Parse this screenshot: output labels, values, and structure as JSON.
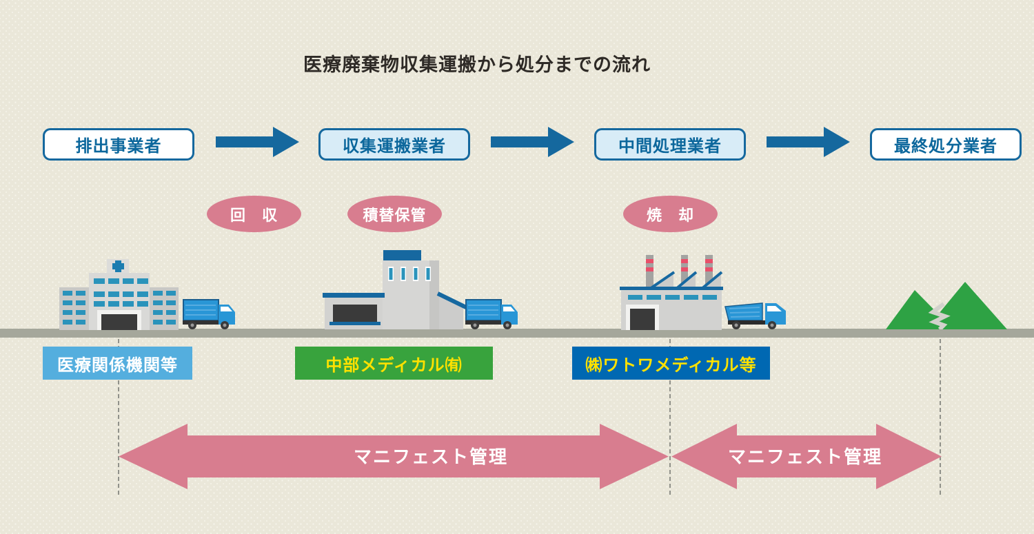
{
  "title": "医療廃棄物収集運搬から処分までの流れ",
  "flow": {
    "boxes": [
      {
        "label": "排出事業者"
      },
      {
        "label": "収集運搬業者"
      },
      {
        "label": "中間処理業者"
      },
      {
        "label": "最終処分業者"
      }
    ]
  },
  "processes": [
    {
      "label": "回　収"
    },
    {
      "label": "積替保管"
    },
    {
      "label": "焼　却"
    }
  ],
  "entities": [
    {
      "label": "医療関係機関等"
    },
    {
      "label": "中部メディカル㈲"
    },
    {
      "label": "㈱ワトワメディカル等"
    }
  ],
  "manifest": [
    {
      "label": "マニフェスト管理"
    },
    {
      "label": "マニフェスト管理"
    }
  ],
  "illustrations": {
    "hospital": "hospital-building",
    "transfer_warehouse": "transfer-warehouse",
    "incineration_plant": "incineration-plant",
    "landfill": "landfill-mountains",
    "trucks": [
      "box-truck",
      "box-truck",
      "dump-truck"
    ]
  },
  "colors": {
    "background": "#eae7d9",
    "flow_blue": "#15689e",
    "flow_box_fill_light": "#d8ecf7",
    "flow_box_fill_white": "#ffffff",
    "flow_text": "#0c679c",
    "process_pink": "#d87d8f",
    "manifest_pink": "#d87d8f",
    "entity_blue": "#54aede",
    "entity_green": "#38a33d",
    "entity_dark_blue": "#0068b2",
    "entity_yellow_text": "#ffe100",
    "ground_gray": "#a5a79b",
    "mountain_green": "#2ea244",
    "truck_blue": "#2996d6",
    "window_teal": "#2a93bb",
    "chimney_red": "#e8506a",
    "title_text": "#2e2a26"
  }
}
